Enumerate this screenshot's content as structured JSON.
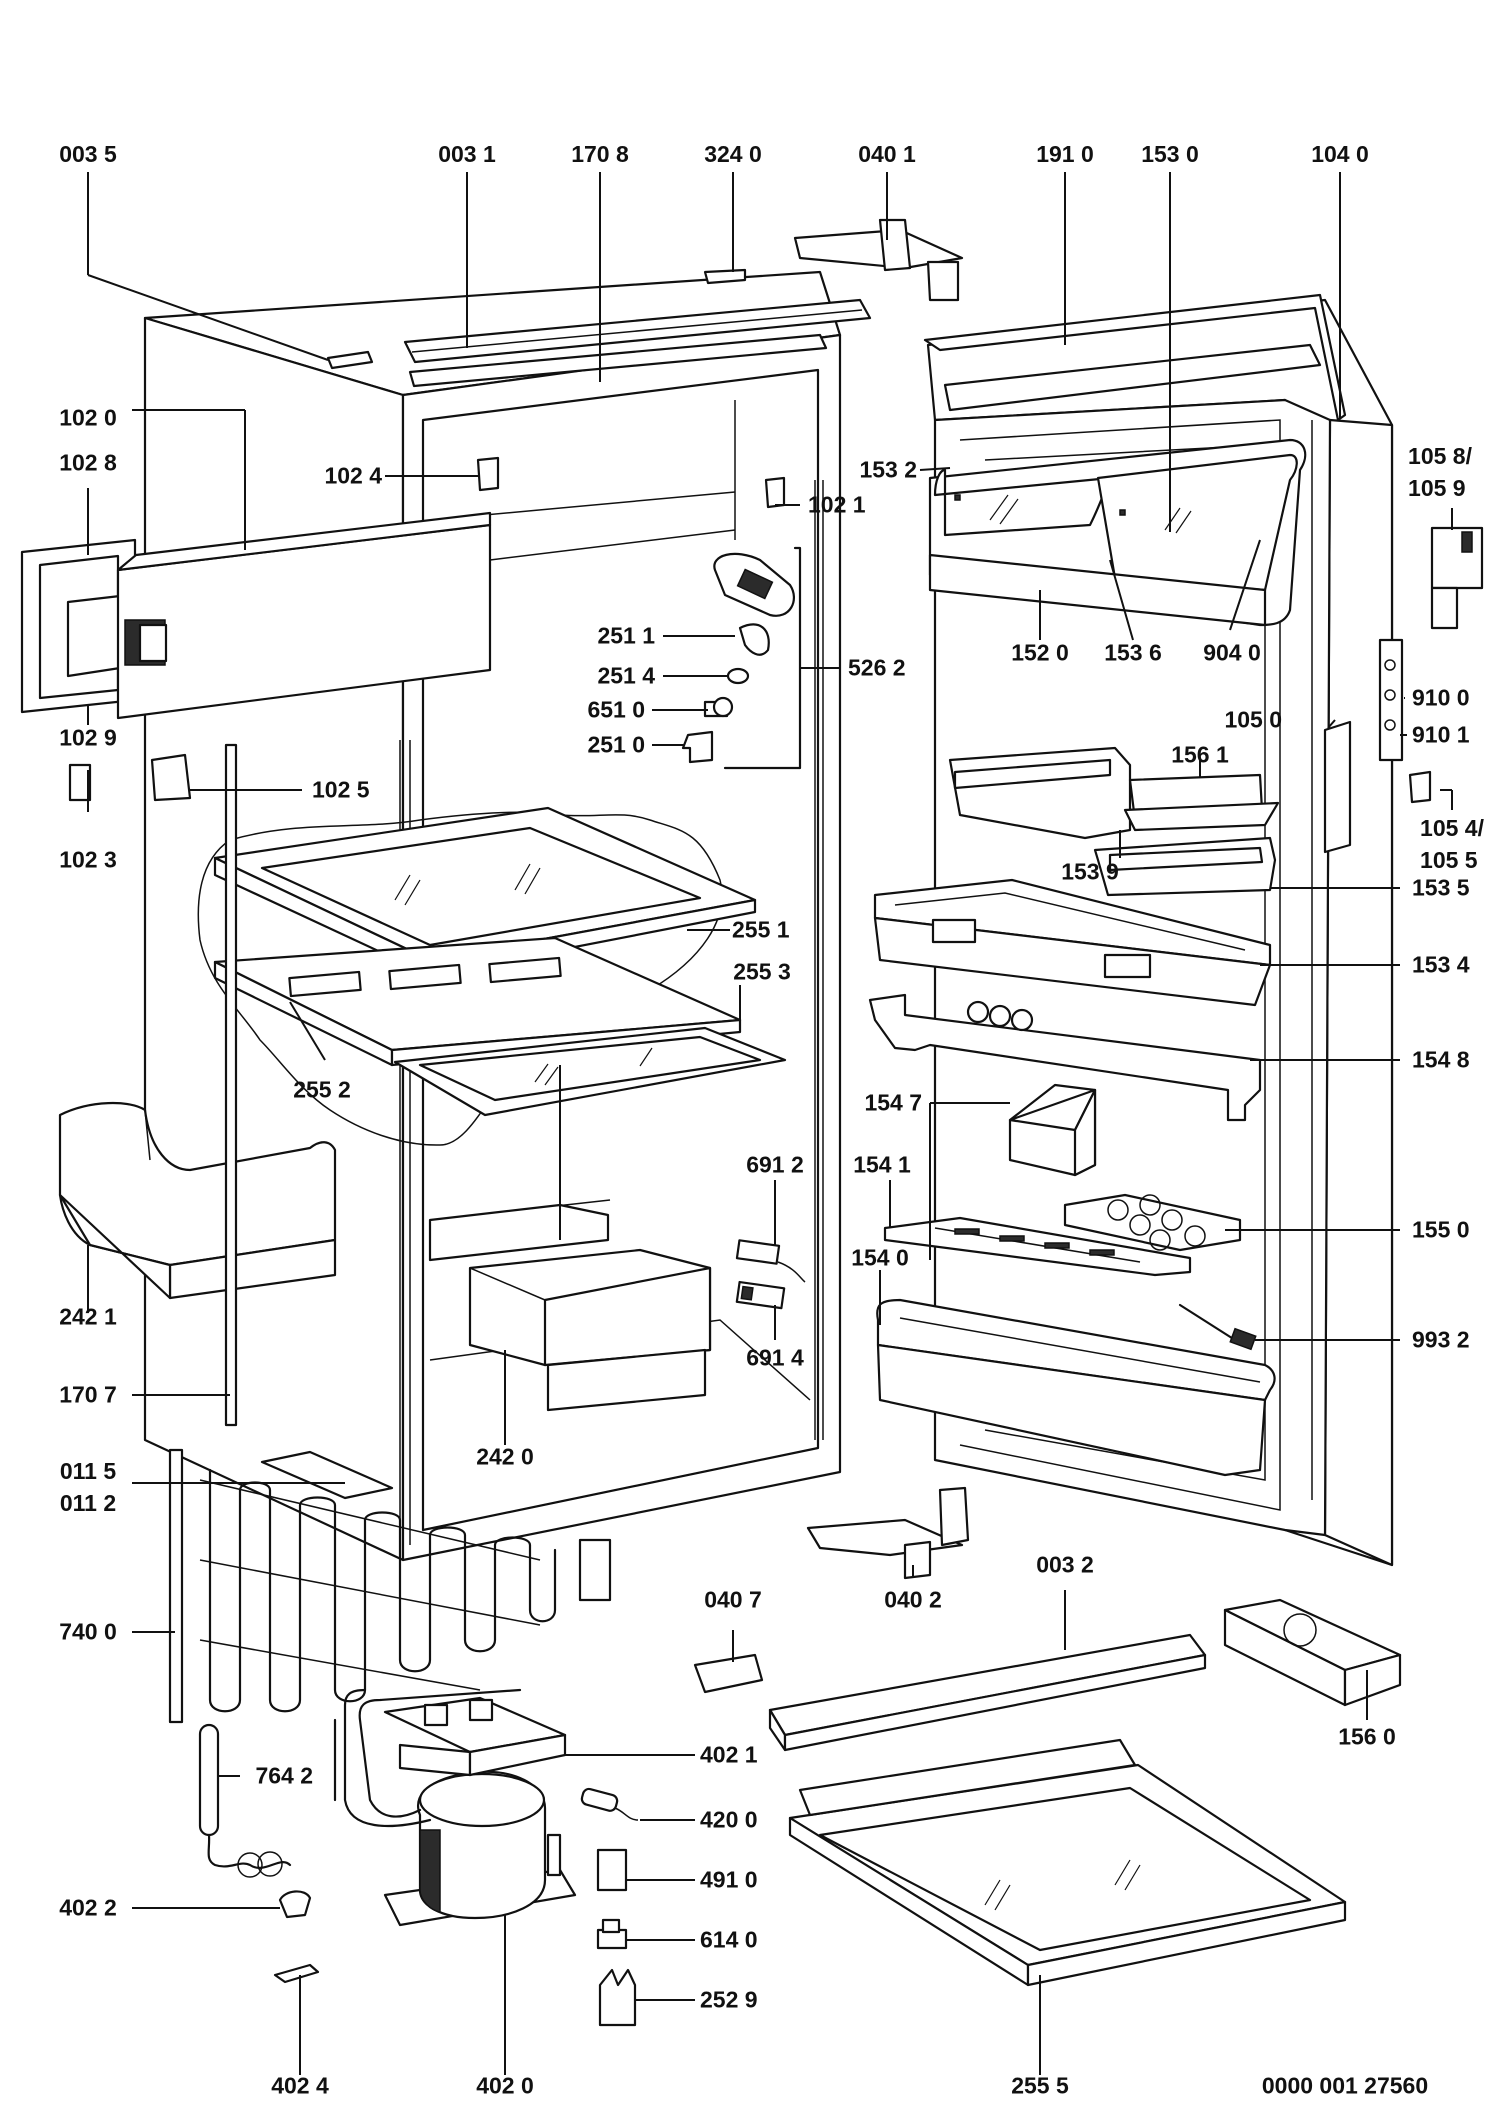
{
  "diagram": {
    "type": "exploded parts diagram",
    "document_number": "0000 001 27560",
    "parts": {
      "p0035": "003 5",
      "p0031": "003 1",
      "p1708": "170 8",
      "p3240": "324 0",
      "p0401": "040 1",
      "p1910": "191 0",
      "p1530": "153 0",
      "p1040": "104 0",
      "p1020": "102 0",
      "p1028": "102 8",
      "p1024": "102 4",
      "p1532": "153 2",
      "p1021": "102 1",
      "p1058_1059": "105 8/\n105 9",
      "p2511": "251 1",
      "p2514": "251 4",
      "p6510": "651 0",
      "p2510": "251 0",
      "p5262": "526 2",
      "p1520": "152 0",
      "p1536": "153 6",
      "p9040": "904 0",
      "p1029": "102 9",
      "p1050": "105 0",
      "p9100": "910 0",
      "p9101": "910 1",
      "p1561": "156 1",
      "p1025": "102 5",
      "p1023": "102 3",
      "p1054_1055": "105 4/\n105 5",
      "p1539": "153 9",
      "p1535": "153 5",
      "p2551": "255 1",
      "p2553": "255 3",
      "p1534": "153 4",
      "p2552": "255 2",
      "p1548": "154 8",
      "p1547": "154 7",
      "p6912": "691 2",
      "p1541": "154 1",
      "p1550": "155 0",
      "p1540": "154 0",
      "p2421": "242 1",
      "p9932": "993 2",
      "p6914": "691 4",
      "p1707": "170 7",
      "p2420": "242 0",
      "p0115_0112": "011 5\n011 2",
      "p0407": "040 7",
      "p0032": "003 2",
      "p0402": "040 2",
      "p7400": "740 0",
      "p1560": "156 0",
      "p4021": "402 1",
      "p7642": "764 2",
      "p4200": "420 0",
      "p4910": "491 0",
      "p4022": "402 2",
      "p6140": "614 0",
      "p2529": "252 9",
      "p4024": "402 4",
      "p4020": "402 0",
      "p2555": "255 5"
    }
  }
}
